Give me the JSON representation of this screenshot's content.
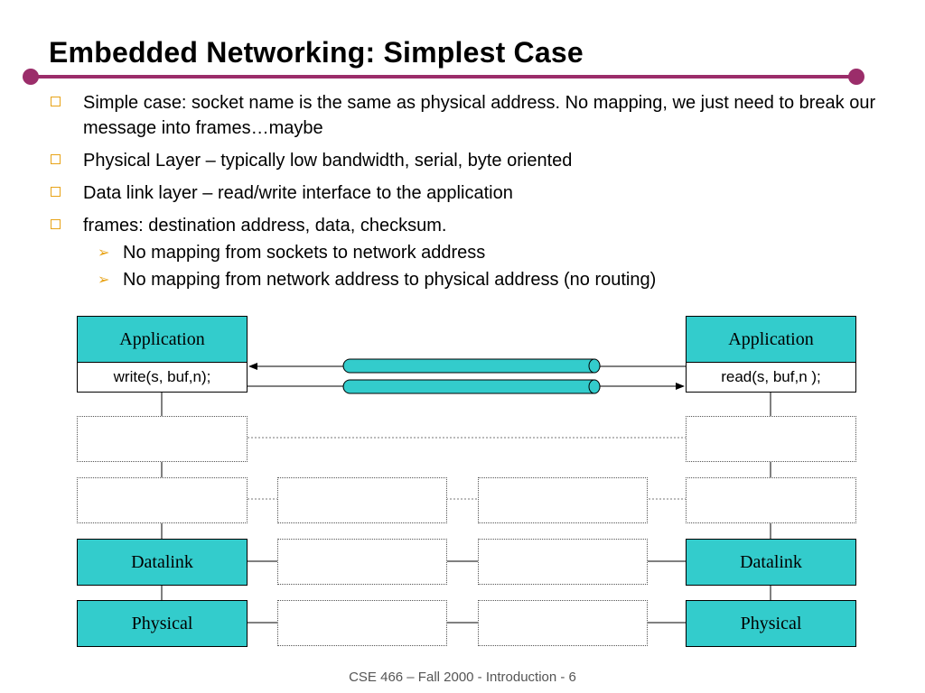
{
  "title": "Embedded Networking: Simplest Case",
  "colors": {
    "accent_line": "#9B2D6A",
    "bullet": "#E8A317",
    "teal": "#33CCCC"
  },
  "bullets": [
    {
      "text": "Simple case: socket name is the same as physical address. No mapping, we just need to break our message into frames…maybe",
      "sub": []
    },
    {
      "text": "Physical Layer – typically low bandwidth, serial, byte oriented",
      "sub": []
    },
    {
      "text": "Data link layer –  read/write interface to the application",
      "sub": []
    },
    {
      "text": "frames: destination address, data, checksum.",
      "sub": [
        "No mapping from sockets to network address",
        "No mapping from network address to physical address (no routing)"
      ]
    }
  ],
  "diagram": {
    "left": {
      "app": "Application",
      "call": "write(s, buf,n);",
      "datalink": "Datalink",
      "physical": "Physical"
    },
    "right": {
      "app": "Application",
      "call": "read(s, buf,n );",
      "datalink": "Datalink",
      "physical": "Physical"
    }
  },
  "footer": "CSE 466 – Fall 2000 - Introduction - 6"
}
